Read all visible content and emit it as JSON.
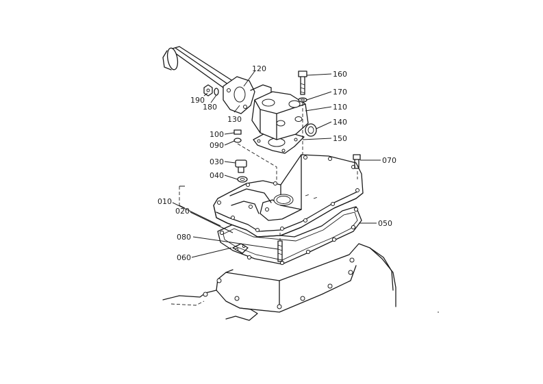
{
  "callouts": [
    {
      "id": "c120",
      "label": "120"
    },
    {
      "id": "c160",
      "label": "160"
    },
    {
      "id": "c170",
      "label": "170"
    },
    {
      "id": "c190",
      "label": "190"
    },
    {
      "id": "c180",
      "label": "180"
    },
    {
      "id": "c110",
      "label": "110"
    },
    {
      "id": "c130",
      "label": "130"
    },
    {
      "id": "c140",
      "label": "140"
    },
    {
      "id": "c100",
      "label": "100"
    },
    {
      "id": "c150",
      "label": "150"
    },
    {
      "id": "c090",
      "label": "090"
    },
    {
      "id": "c070",
      "label": "070"
    },
    {
      "id": "c030",
      "label": "030"
    },
    {
      "id": "c040",
      "label": "040"
    },
    {
      "id": "c010",
      "label": "010"
    },
    {
      "id": "c020",
      "label": "020"
    },
    {
      "id": "c050",
      "label": "050"
    },
    {
      "id": "c080",
      "label": "080"
    },
    {
      "id": "c060",
      "label": "060"
    }
  ]
}
